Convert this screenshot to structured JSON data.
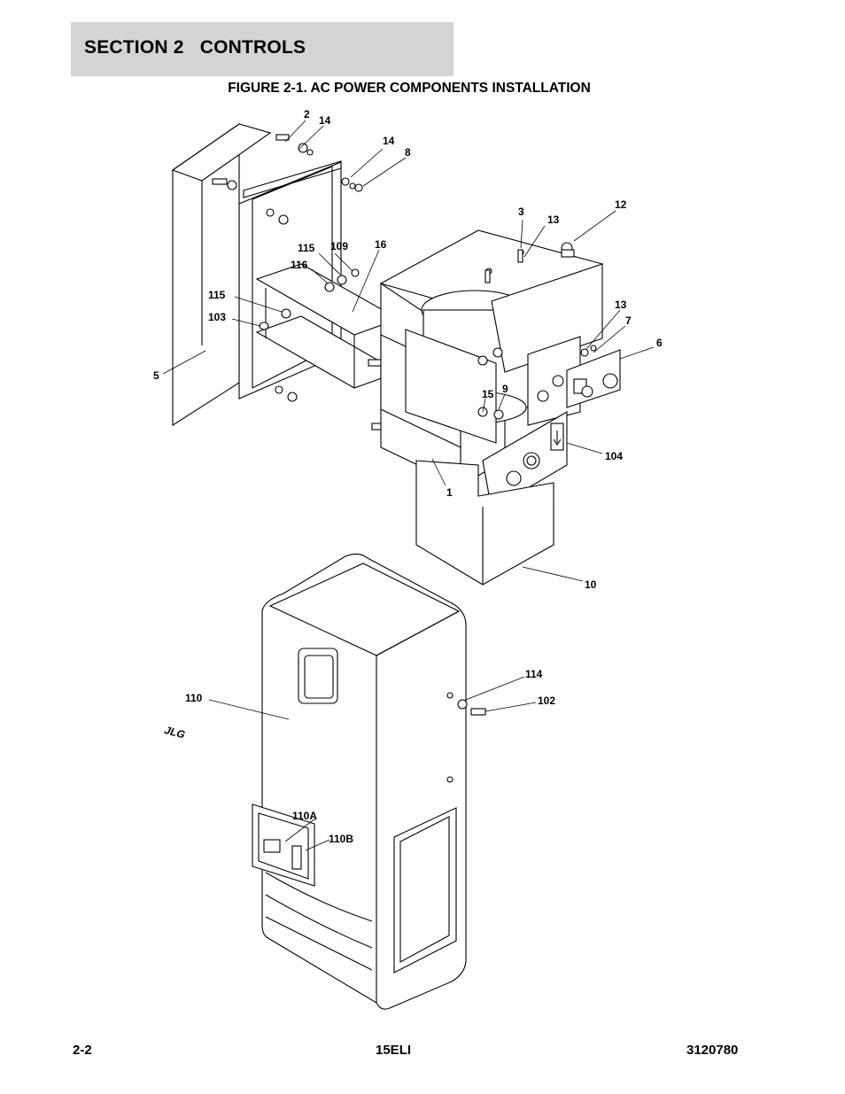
{
  "header": {
    "section_title": "SECTION 2   CONTROLS",
    "figure_title": "FIGURE 2-1. AC POWER COMPONENTS INSTALLATION"
  },
  "callouts": [
    "2",
    "14",
    "14",
    "8",
    "3",
    "13",
    "12",
    "115",
    "109",
    "16",
    "116",
    "115",
    "103",
    "13",
    "7",
    "6",
    "5",
    "15",
    "9",
    "104",
    "1",
    "10",
    "110",
    "114",
    "102",
    "110A",
    "110B"
  ],
  "cover_logo": "JLG",
  "footer": {
    "page_number": "2-2",
    "model": "15ELI",
    "doc_number": "3120780"
  }
}
